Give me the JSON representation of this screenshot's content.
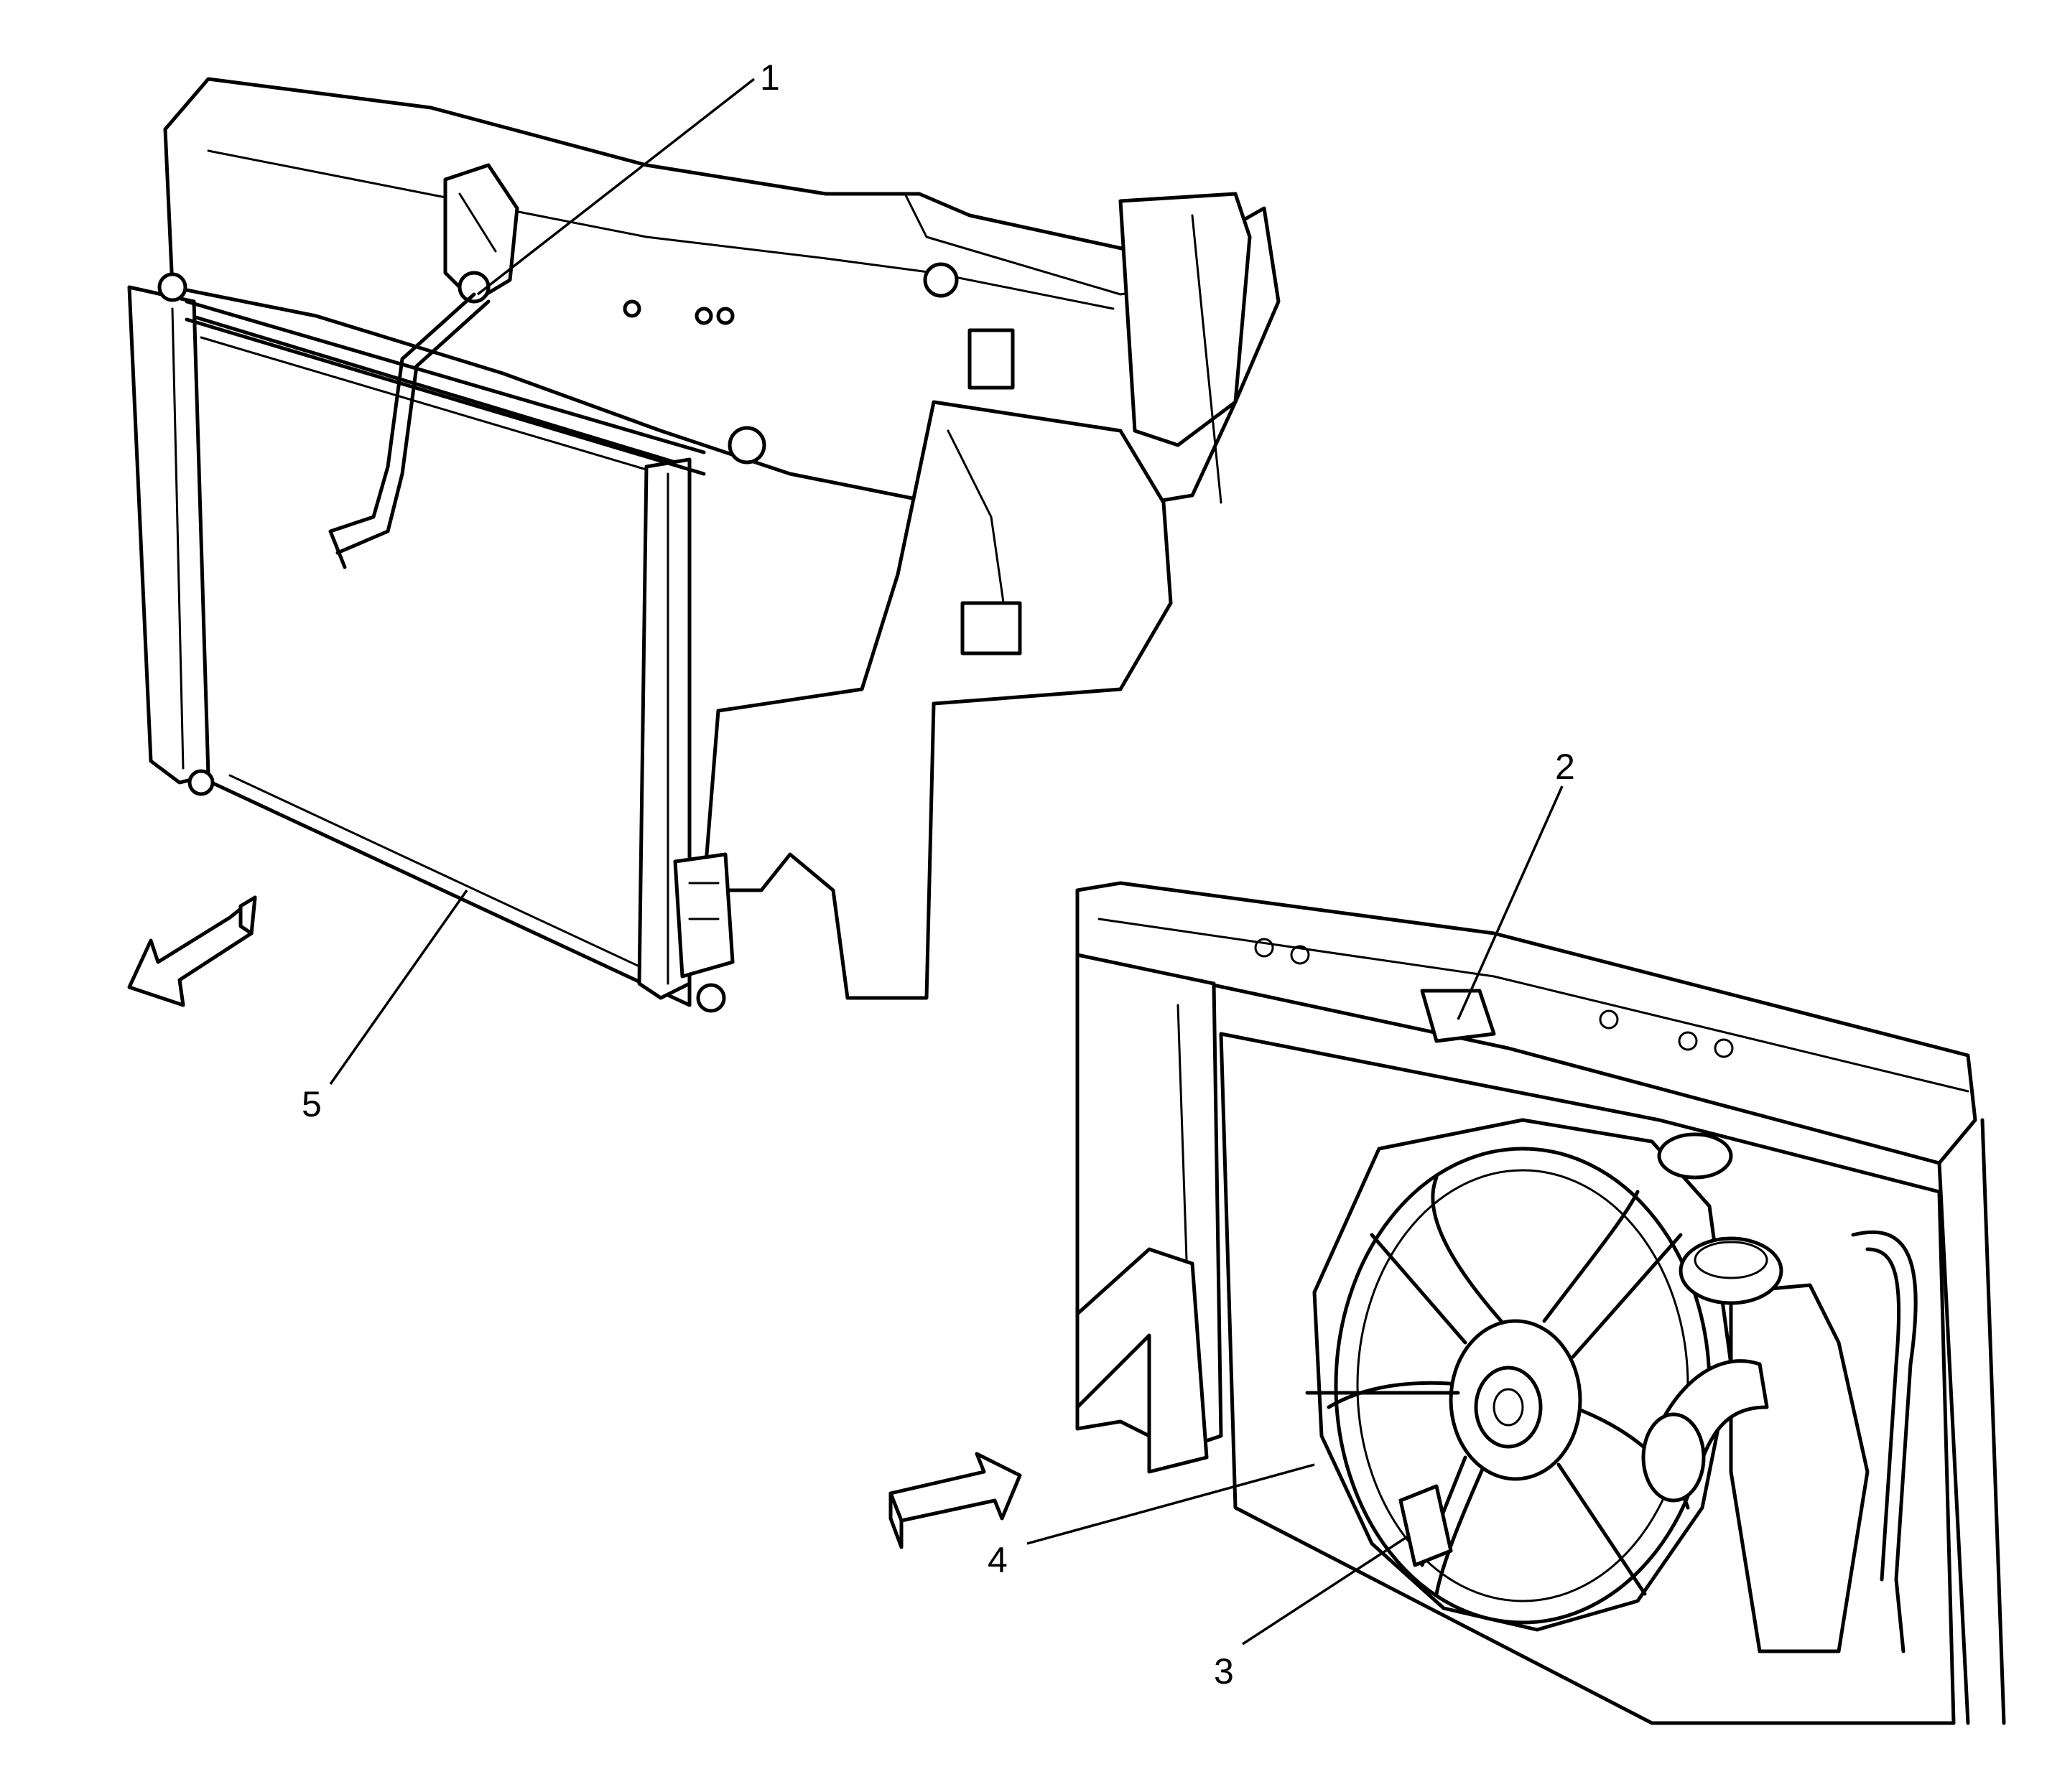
{
  "callouts": [
    {
      "id": "1",
      "label": "1"
    },
    {
      "id": "2",
      "label": "2"
    },
    {
      "id": "3",
      "label": "3"
    },
    {
      "id": "4",
      "label": "4"
    },
    {
      "id": "5",
      "label": "5"
    }
  ],
  "arrows": [
    {
      "name": "direction-arrow-forward",
      "direction": "down-left"
    },
    {
      "name": "direction-arrow-rearward",
      "direction": "up-right"
    }
  ],
  "colors": {
    "line": "#000000",
    "background": "#ffffff"
  }
}
